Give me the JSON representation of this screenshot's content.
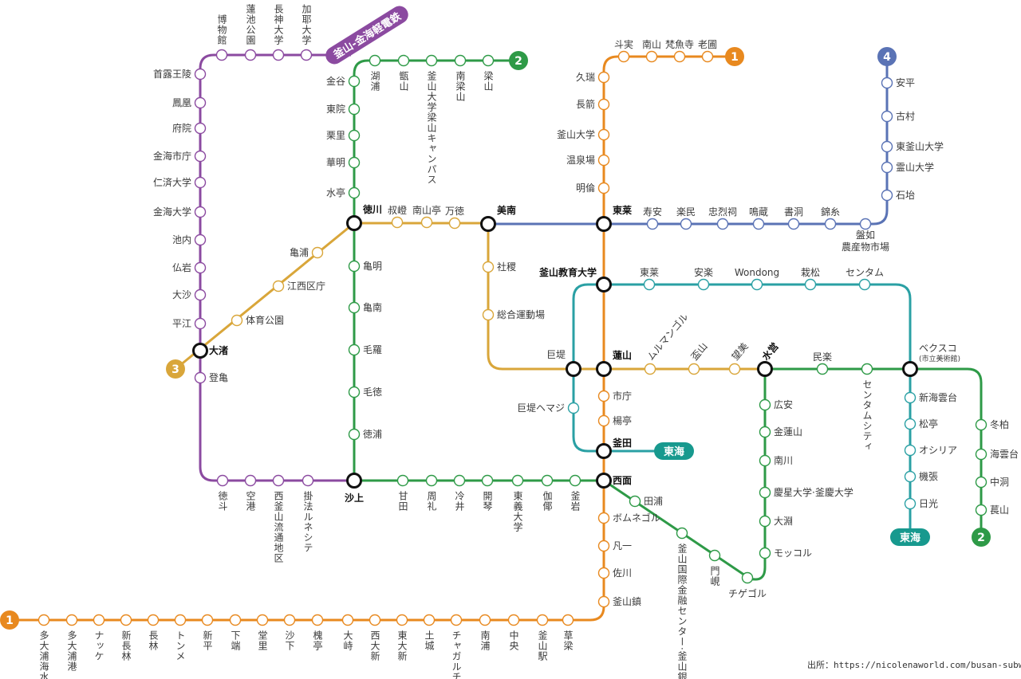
{
  "colors": {
    "line1": "#e8891f",
    "line2": "#2e9a47",
    "line3": "#d9a63a",
    "line4": "#5a73b5",
    "donghae": "#2aa0a4",
    "donghae_badge": "#17998e",
    "gimhae": "#8b4aa0"
  },
  "lines": {
    "line1": {
      "badge": "1",
      "stations": [
        "多大浦海水浴場",
        "多大浦港",
        "ナッケ",
        "新長林",
        "長林",
        "トンメ",
        "新平",
        "下端",
        "堂里",
        "沙下",
        "槐亭",
        "大峙",
        "西大新",
        "東大新",
        "土城",
        "チャガルチ",
        "南浦",
        "中央",
        "釜山駅",
        "草梁",
        "釜山鎮",
        "佐川",
        "凡一",
        "ボムネゴル",
        "楊亭",
        "市庁",
        "明倫",
        "温泉場",
        "釜山大学",
        "長箭",
        "久瑞",
        "斗実",
        "南山",
        "梵魚寺",
        "老圃"
      ]
    },
    "line2": {
      "badge": "2",
      "stations": [
        "萇山",
        "中洞",
        "海雲台",
        "冬柏",
        "センタムシティ",
        "民楽",
        "広安",
        "金蓮山",
        "南川",
        "慶星大学·釜慶大学",
        "大淵",
        "モッコル",
        "チゲゴル",
        "門峴",
        "釜山国際金融センター·釜山銀行",
        "田浦",
        "釜岩",
        "伽倻",
        "東義大学",
        "開琴",
        "冷井",
        "周礼",
        "甘田",
        "徳浦",
        "毛徳",
        "毛羅",
        "亀南",
        "亀明",
        "水亭",
        "華明",
        "栗里",
        "東院",
        "金谷",
        "湖浦",
        "甑山",
        "釜山大学梁山キャンパス",
        "南梁山",
        "梁山"
      ]
    },
    "line3": {
      "badge": "3",
      "stations": [
        "体育公園",
        "江西区庁",
        "亀浦",
        "叔嶝",
        "南山亭",
        "万徳",
        "社稷",
        "総合運動場",
        "ムルマンゴル",
        "盃山",
        "望美"
      ]
    },
    "line4": {
      "badge": "4",
      "stations": [
        "寿安",
        "楽民",
        "忠烈祠",
        "鳴蔵",
        "書洞",
        "錦糸",
        "盤如 農産物市場",
        "石坮",
        "霊山大学",
        "東釜山大学",
        "古村",
        "安平"
      ]
    },
    "donghae": {
      "badge": "東海",
      "stations": [
        "巨堤ヘマジ",
        "東莱",
        "安楽",
        "Wondong",
        "栽松",
        "センタム",
        "新海雲台",
        "松亭",
        "オシリア",
        "機張",
        "日光"
      ]
    },
    "gimhae": {
      "badge": "釜山-金海軽電鉄",
      "stations": [
        "掛法ルネシテ",
        "西釜山流通地区",
        "空港",
        "徳斗",
        "登亀",
        "平江",
        "大沙",
        "仏岩",
        "池内",
        "金海大学",
        "仁済大学",
        "金海市庁",
        "府院",
        "鳳凰",
        "首露王陵",
        "博物館",
        "蓮池公園",
        "長神大学",
        "加耶大学"
      ]
    }
  },
  "transfers": [
    "大渚",
    "徳川",
    "美南",
    "東莱",
    "釜山教育大学",
    "巨堤",
    "蓮山",
    "水営",
    "ベクスコ",
    "沙上",
    "西面",
    "釜田"
  ],
  "bexco_sub": "(市立美術館)",
  "source": "出所：https://nicolenaworld.com/busan-subway/"
}
